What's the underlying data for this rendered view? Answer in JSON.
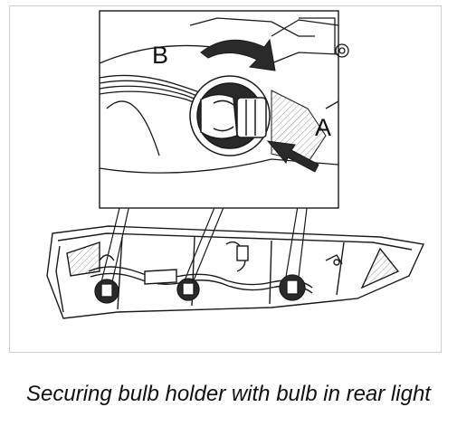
{
  "figure": {
    "callouts": {
      "a": "A",
      "b": "B"
    },
    "caption": "Securing bulb holder with bulb in rear light"
  },
  "colors": {
    "line": "#1a1a1a",
    "frame": "#cfcfcf",
    "hatch": "#9a9a9a",
    "fill_dark": "#2a2a2a"
  },
  "icons": [
    "rotation-arrow-icon",
    "push-arrow-icon"
  ]
}
